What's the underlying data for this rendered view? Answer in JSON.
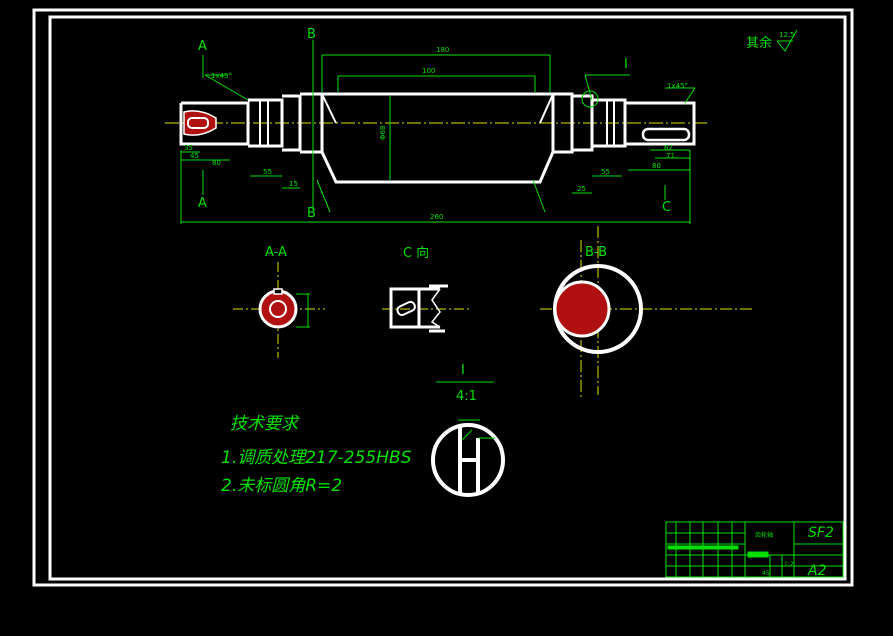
{
  "section_marks": {
    "a": "A",
    "b": "B",
    "c": "C"
  },
  "top_right": {
    "other_text": "其余",
    "roughness": "12.5"
  },
  "chamfer_left": "1x45°",
  "chamfer_right": "1x45°",
  "detail_mark": "I",
  "views": {
    "section_aa": "A-A",
    "view_c": "C 向",
    "section_bb": "B-B",
    "detail_i": "I",
    "detail_scale": "4:1"
  },
  "tech": {
    "title": "技术要求",
    "line1": "1.调质处理217-255HBS",
    "line2": "2.未标圆角R=2"
  },
  "title_block": {
    "part_name": "齿轮轴",
    "code": "SF2",
    "sheet": "A2",
    "scale": "1:2",
    "material": "45"
  },
  "colors": {
    "outline": "#ffffff",
    "dimension": "#00e000",
    "centerline": "#e0e000",
    "hatch": "#b01010"
  }
}
